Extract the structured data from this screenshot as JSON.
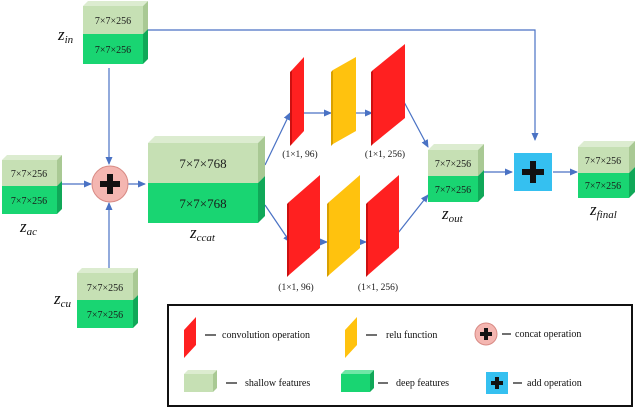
{
  "colors": {
    "shallow": "#c6e0b4",
    "shallow_side": "#a9c994",
    "shallow_top": "#dcecd0",
    "deep": "#19d572",
    "deep_side": "#10a858",
    "deep_top": "#6fe7a6",
    "conv": "#ff2020",
    "conv_side": "#cc1010",
    "relu": "#ffc20e",
    "relu_side": "#d9a000",
    "concat": "#f4b6b1",
    "add": "#35c0f0",
    "arrow": "#4a72c4"
  },
  "blocks": {
    "z_in": {
      "shallow": "7×7×256",
      "deep": "7×7×256"
    },
    "z_ac": {
      "shallow": "7×7×256",
      "deep": "7×7×256"
    },
    "z_cu": {
      "shallow": "7×7×256",
      "deep": "7×7×256"
    },
    "z_ccat": {
      "shallow": "7×7×768",
      "deep": "7×7×768"
    },
    "z_out": {
      "shallow": "7×7×256",
      "deep": "7×7×256"
    },
    "z_final": {
      "shallow": "7×7×256",
      "deep": "7×7×256"
    }
  },
  "labels": {
    "z_in": {
      "base": "z",
      "sub": "in"
    },
    "z_ac": {
      "base": "z",
      "sub": "ac"
    },
    "z_cu": {
      "base": "z",
      "sub": "cu"
    },
    "z_ccat": {
      "base": "z",
      "sub": "ccat"
    },
    "z_out": {
      "base": "z",
      "sub": "out"
    },
    "z_final": {
      "base": "z",
      "sub": "final"
    }
  },
  "conv_labels": {
    "top_conv1": "(1×1, 96)",
    "top_conv2": "(1×1, 256)",
    "bottom_conv1": "(1×1, 96)",
    "bottom_conv2": "(1×1, 256)"
  },
  "legend": {
    "conv": "convolution operation",
    "relu": "relu function",
    "concat": "concat operation",
    "shallow": "shallow features",
    "deep": "deep features",
    "add": "add operation"
  }
}
